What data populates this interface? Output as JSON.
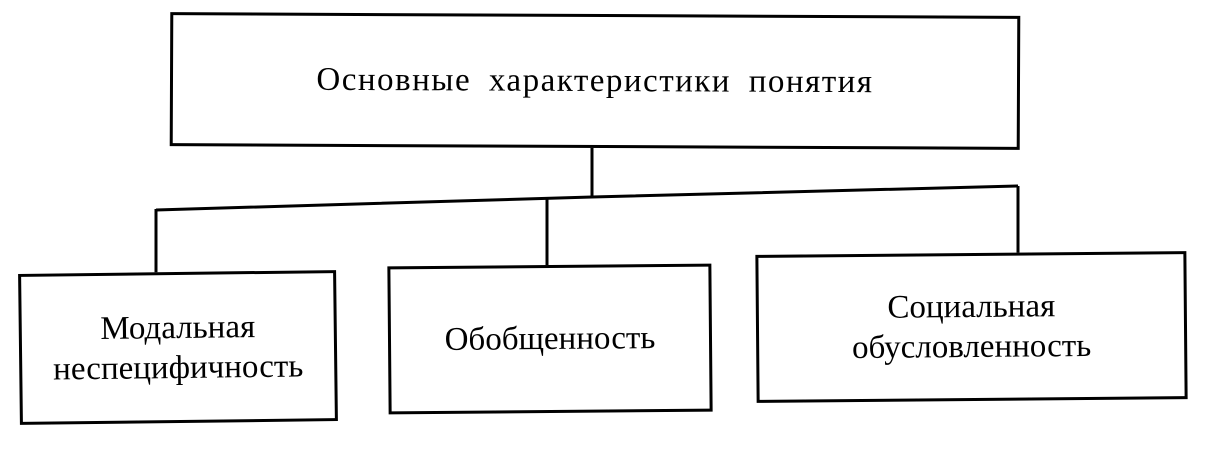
{
  "diagram": {
    "root": {
      "label": "Основные характеристики понятия"
    },
    "children": [
      {
        "label_lines": [
          "Модальная",
          "неспецифичность"
        ]
      },
      {
        "label_lines": [
          "Обобщенность"
        ]
      },
      {
        "label_lines": [
          "Социальная",
          "обусловленность"
        ]
      }
    ]
  },
  "colors": {
    "line": "#000000",
    "background": "#ffffff"
  }
}
